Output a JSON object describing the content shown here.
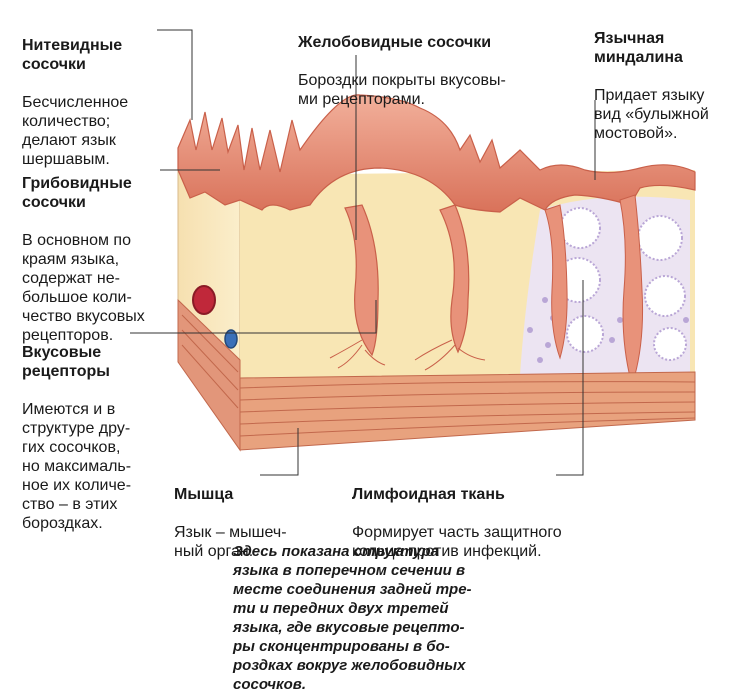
{
  "labels": {
    "filiform": {
      "title": "Нитевидные\nсосочки",
      "desc": "Бесчисленное\nколичество;\nделают язык\nшершавым."
    },
    "fungiform": {
      "title": "Грибовидные\nсосочки",
      "desc": "В основном по\nкраям языка,\nсодержат не-\nбольшое коли-\nчество вкусовых\nрецепторов."
    },
    "taste_receptors": {
      "title": "Вкусовые\nрецепторы",
      "desc": "Имеются и в\nструктуре дру-\nгих сосочков,\nно максималь-\nное их количе-\nство – в этих\nбороздках."
    },
    "circumvallate": {
      "title": "Желобовидные сосочки",
      "desc": "Бороздки покрыты вкусовы-\nми рецепторами."
    },
    "lingual_tonsil": {
      "title": "Язычная\nминдалина",
      "desc": "Придает языку\nвид «булыжной\nмостовой»."
    },
    "muscle": {
      "title": "Мышца",
      "desc": "Язык – мышеч-\nный орган."
    },
    "lymphoid": {
      "title": "Лимфоидная ткань",
      "desc": "Формирует часть защитного\nкольца против инфекций."
    }
  },
  "caption": "Здесь показана структура\nязыка в поперечном сечении в\nместе соединения задней тре-\nти и передних двух третей\nязыка, где вкусовые рецепто-\nры сконцентрированы в бо-\nроздках вокруг желобовидных\nсосочков.",
  "colors": {
    "epithelium": "#e8927a",
    "epithelium_dark": "#c9604a",
    "connective": "#f8e6b4",
    "muscle": "#e8a27e",
    "muscle_line": "#c2684c",
    "lymph": "#d9c8e8",
    "vessel_red": "#c0283a",
    "vessel_blue": "#3a6fb8"
  }
}
